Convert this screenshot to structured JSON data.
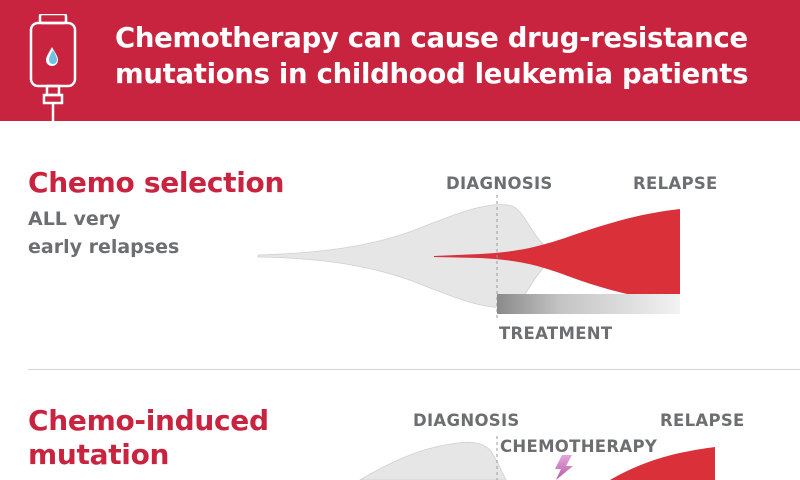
{
  "header": {
    "title_line1": "Chemotherapy can cause drug-resistance",
    "title_line2": "mutations in childhood leukemia patients",
    "background_color": "#c8243f",
    "icon": "iv-bag-icon"
  },
  "section1": {
    "title": "Chemo selection",
    "subtitle_line1": "ALL very",
    "subtitle_line2": "early relapses",
    "label_diagnosis": "DIAGNOSIS",
    "label_relapse": "RELAPSE",
    "label_treatment": "TREATMENT"
  },
  "section2": {
    "title_line1": "Chemo-induced",
    "title_line2": "mutation",
    "label_diagnosis": "DIAGNOSIS",
    "label_chemotherapy": "CHEMOTHERAPY",
    "label_relapse": "RELAPSE"
  },
  "colors": {
    "accent_red": "#c8243f",
    "relapse_red": "#d9303a",
    "clone_gray": "#e6e6e6",
    "text_gray": "#6d6e71",
    "chemo_pink": "#d98fd0"
  }
}
